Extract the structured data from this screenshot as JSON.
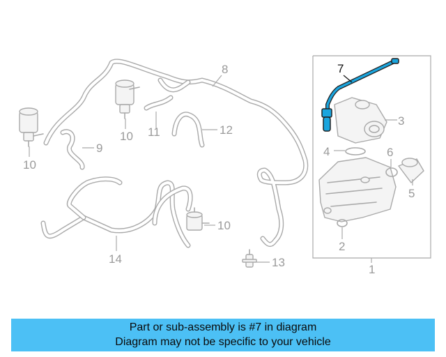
{
  "diagram": {
    "callouts": {
      "c1": "1",
      "c2": "2",
      "c3": "3",
      "c4": "4",
      "c5": "5",
      "c6": "6",
      "c7": "7",
      "c8": "8",
      "c9": "9",
      "c10a": "10",
      "c10b": "10",
      "c10c": "10",
      "c11": "11",
      "c12": "12",
      "c13": "13",
      "c14": "14"
    },
    "highlighted_part": "7",
    "highlight_color": "#1aa5de",
    "part_color": "#a9a9a9"
  },
  "banner": {
    "line1": "Part or sub-assembly is #7 in diagram",
    "line2": "Diagram may not be specific to your vehicle",
    "background": "#4cc0f5"
  }
}
